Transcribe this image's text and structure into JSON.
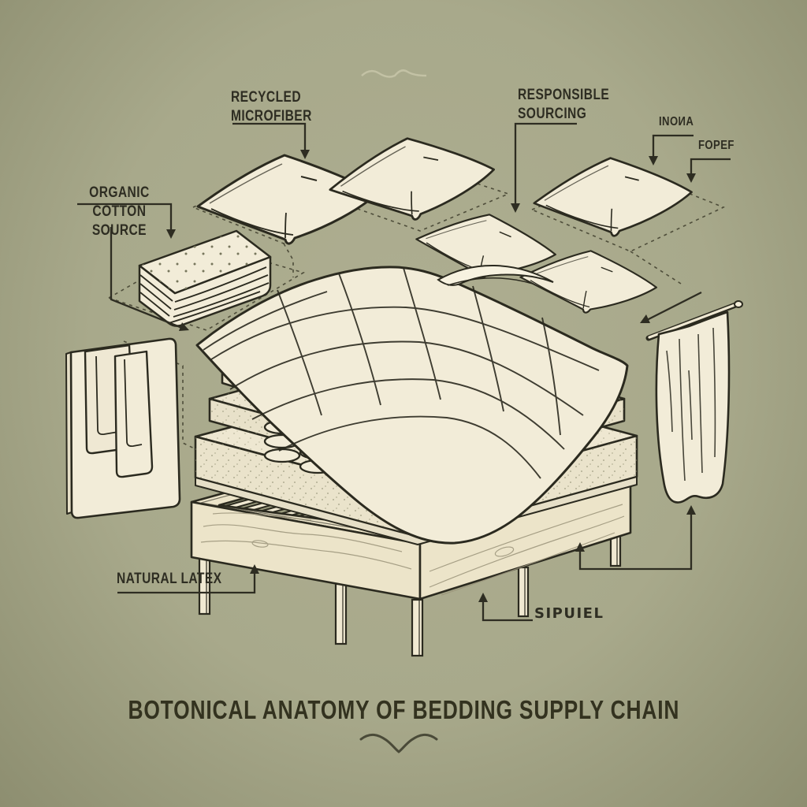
{
  "title": {
    "text": "BOTONICAL ANATOMY OF BEDDING SUPPLY CHAIN"
  },
  "labels": {
    "recycled_microfiber": "RECYCLED\nMICROFIBER",
    "responsible_sourcing": "RESPONSIBLE\nSOURCING",
    "inowa": "INOИA",
    "fopef": "FOPEF",
    "organic_cotton_source": "ORGANIC COTTON\nSOURCE",
    "natural_latex": "NATURAL LATEX",
    "sipuiel": "SIPUIEL"
  },
  "colors": {
    "background": "#a8a98b",
    "outline": "#2b2a1f",
    "cream": "#f2ecd8",
    "label_ink": "#2e2d22",
    "dash": "#4e4d3a"
  }
}
